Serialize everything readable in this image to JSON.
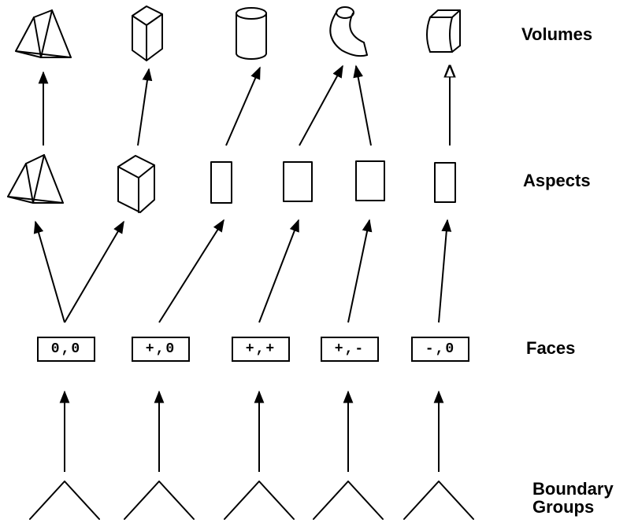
{
  "labels": {
    "volumes": "Volumes",
    "aspects": "Aspects",
    "faces": "Faces",
    "boundary_line1": "Boundary",
    "boundary_line2": "Groups"
  },
  "faces": [
    "0,0",
    "+,0",
    "+,+",
    "+,-",
    "-,0"
  ],
  "colors": {
    "ink": "#000000",
    "background": "#ffffff"
  }
}
